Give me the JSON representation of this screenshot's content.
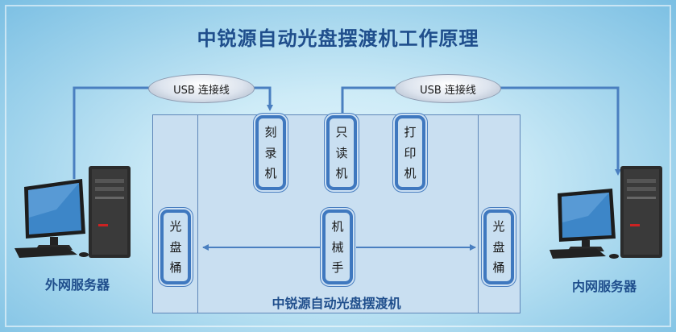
{
  "title": "中锐源自动光盘摆渡机工作原理",
  "usb_left": "USB 连接线",
  "usb_right": "USB 连接线",
  "machine": {
    "label": "中锐源自动光盘摆渡机",
    "burner": [
      "刻",
      "录",
      "机"
    ],
    "reader": [
      "只",
      "读",
      "机"
    ],
    "printer": [
      "打",
      "印",
      "机"
    ],
    "arm": [
      "机",
      "械",
      "手"
    ],
    "bin_left": [
      "光",
      "盘",
      "桶"
    ],
    "bin_right": [
      "光",
      "盘",
      "桶"
    ]
  },
  "left_server": "外网服务器",
  "right_server": "内网服务器",
  "colors": {
    "title": "#1f4e8c",
    "connector": "#4a7fc0",
    "box_border": "#3f78bf",
    "machine_fill": "#c9dff1"
  },
  "icons": {
    "left_computer": "desktop-computer-icon",
    "right_computer": "desktop-computer-icon"
  }
}
